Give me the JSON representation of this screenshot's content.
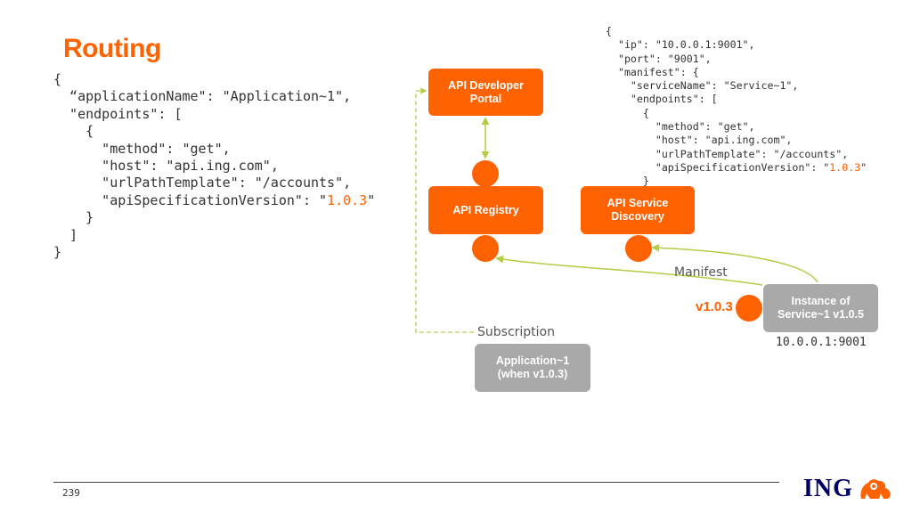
{
  "title": "Routing",
  "left_code": {
    "lines": [
      "{",
      "  “applicationName\": \"Application~1\",",
      "  \"endpoints\": [",
      "    {",
      "      \"method\": \"get\",",
      "      \"host\": \"api.ing.com\",",
      "      \"urlPathTemplate\": \"/accounts\","
    ],
    "version_prefix": "      \"apiSpecificationVersion\": \"",
    "version": "1.0.3",
    "version_suffix": "\"",
    "closing_lines": [
      "    }",
      "  ]",
      "}"
    ]
  },
  "right_code": {
    "lines": [
      "{",
      "  \"ip\": \"10.0.0.1:9001\",",
      "  \"port\": \"9001\",",
      "  \"manifest\": {",
      "    \"serviceName\": \"Service~1\",",
      "    \"endpoints\": [",
      "      {",
      "        \"method\": \"get\",",
      "        \"host\": \"api.ing.com\",",
      "        \"urlPathTemplate\": \"/accounts\","
    ],
    "version_prefix": "        \"apiSpecificationVersion\": \"",
    "version": "1.0.3",
    "version_suffix": "\"",
    "closing_lines": [
      "      }"
    ]
  },
  "boxes": {
    "dev_portal": "API Developer\nPortal",
    "registry": "API Registry",
    "discovery": "API Service\nDiscovery",
    "instance": "Instance of\nService~1 v1.0.5",
    "application": "Application~1\n(when v1.0.3)"
  },
  "labels": {
    "manifest": "Manifest",
    "subscription": "Subscription",
    "instance_address": "10.0.0.1:9001",
    "version_badge": "v1.0.3"
  },
  "footer": {
    "page_number": "239",
    "logo_text": "ING"
  },
  "colors": {
    "accent": "#ff6200",
    "box_grey": "#a9a9a9",
    "connector": "#b5cc44",
    "logo_blue": "#000066"
  }
}
